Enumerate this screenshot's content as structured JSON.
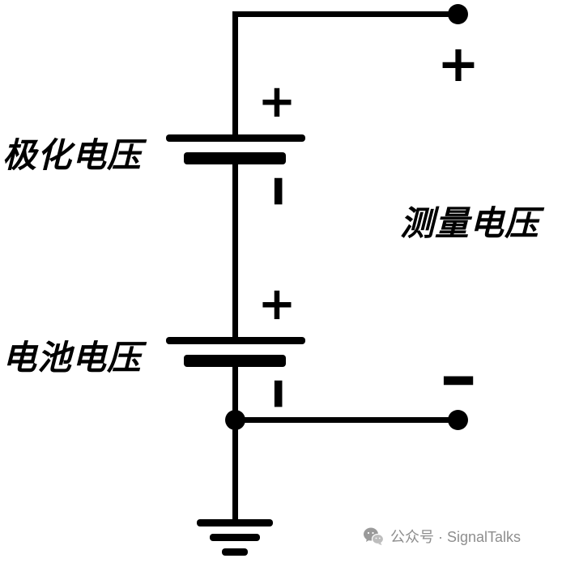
{
  "diagram": {
    "polarization_label": "极化电压",
    "battery_label": "电池电压",
    "measured_label": "测量电压",
    "battery1_plus": "+",
    "battery1_minus": "−",
    "battery2_plus": "+",
    "battery2_minus": "−",
    "terminal_plus": "+",
    "terminal_minus": "−"
  },
  "footer": {
    "credit": "公众号 · SignalTalks"
  },
  "colors": {
    "line": "#000000",
    "footer_text": "#8e8e8e"
  }
}
